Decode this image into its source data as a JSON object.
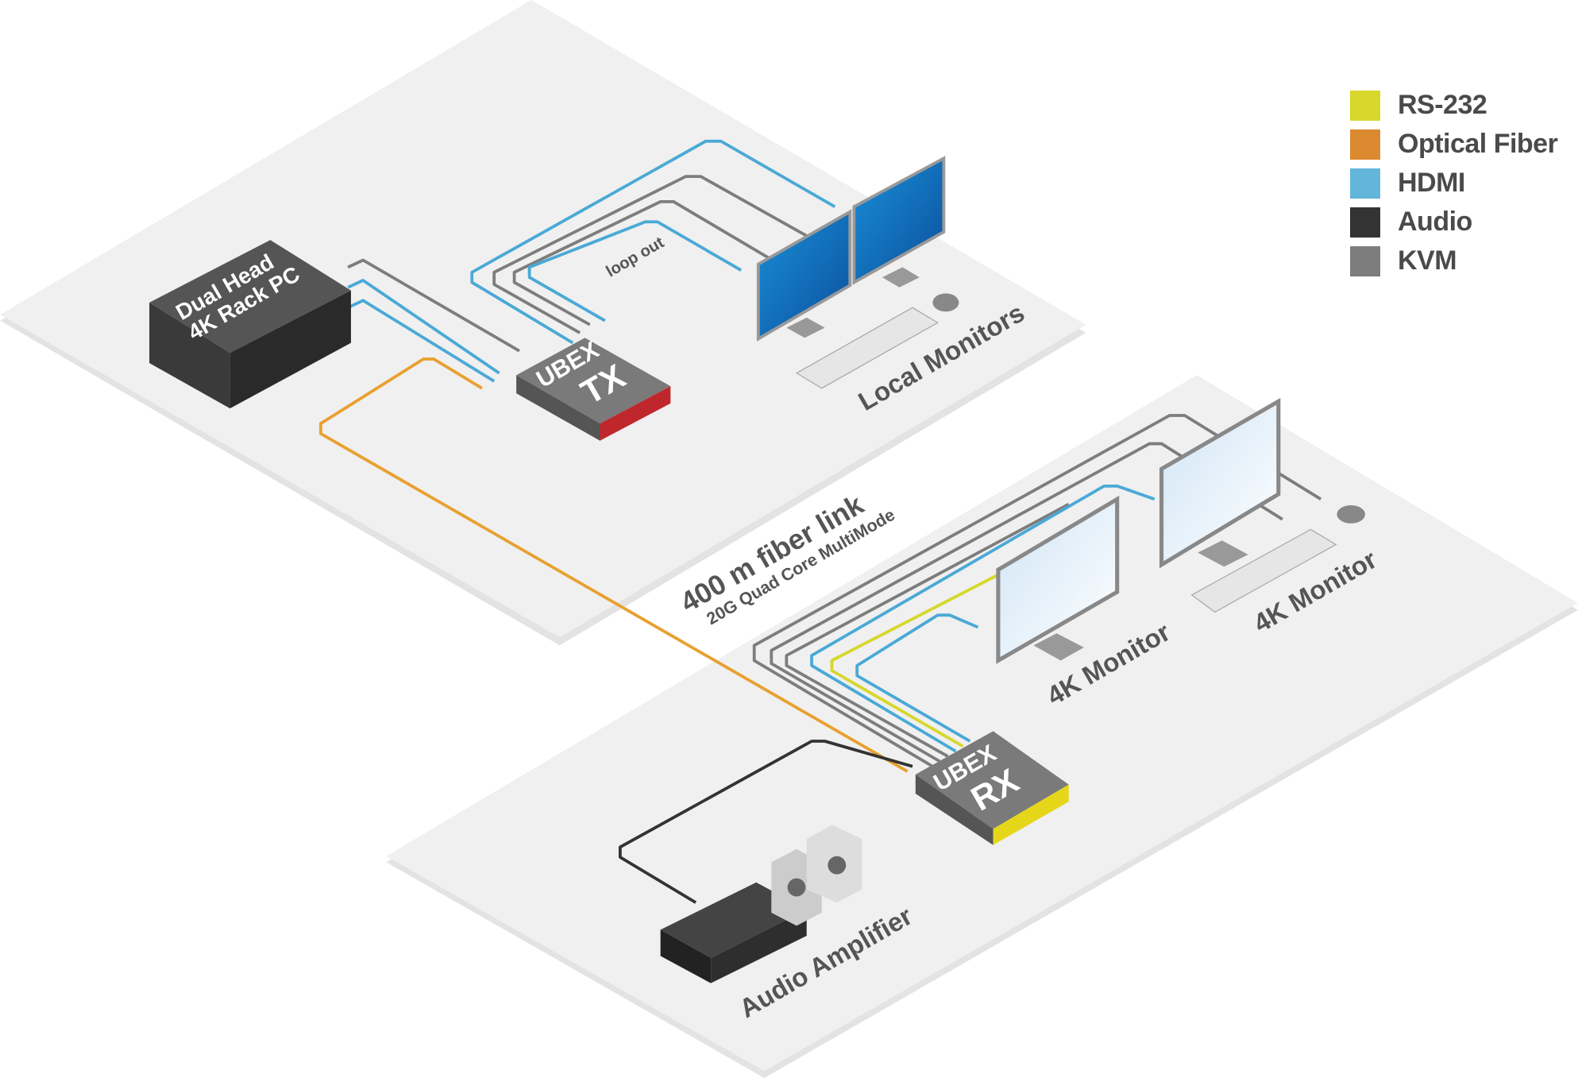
{
  "legend": [
    {
      "label": "RS-232",
      "color": "#d7d72c"
    },
    {
      "label": "Optical Fiber",
      "color": "#dc8a30"
    },
    {
      "label": "HDMI",
      "color": "#63b6d9"
    },
    {
      "label": "Audio",
      "color": "#333333"
    },
    {
      "label": "KVM",
      "color": "#7d7d7d"
    }
  ],
  "devices": {
    "pc": {
      "line1": "Dual Head",
      "line2": "4K Rack PC"
    },
    "tx": {
      "line1": "UBEX",
      "line2": "TX",
      "color": "#c0272d"
    },
    "rx": {
      "line1": "UBEX",
      "line2": "RX",
      "color": "#e6d619"
    }
  },
  "labels": {
    "loop_out": "loop out",
    "local_monitors": "Local Monitors",
    "fiber_link": "400 m fiber link",
    "fiber_type": "20G Quad Core MultiMode",
    "monitor_a": "4K Monitor",
    "monitor_b": "4K Monitor",
    "audio_amp": "Audio Amplifier"
  }
}
